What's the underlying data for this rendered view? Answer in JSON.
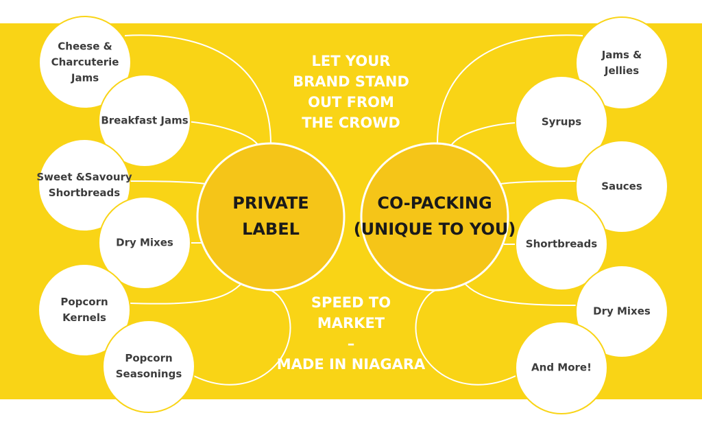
{
  "colors": {
    "band": "#f9d416",
    "hub": "#f5c518",
    "bubble_fill": "#ffffff",
    "bubble_text": "#3c3c3c",
    "hub_text": "#1a1a1a",
    "tagline_text": "#ffffff",
    "connector": "#ffffff"
  },
  "private_label": {
    "title_lines": [
      "PRIVATE",
      "LABEL"
    ],
    "items": [
      {
        "lines": [
          "Cheese &",
          "Charcuterie",
          "Jams"
        ]
      },
      {
        "lines": [
          "Breakfast Jams"
        ]
      },
      {
        "lines": [
          "Sweet &Savoury",
          "Shortbreads"
        ]
      },
      {
        "lines": [
          "Dry Mixes"
        ]
      },
      {
        "lines": [
          "Popcorn",
          "Kernels"
        ]
      },
      {
        "lines": [
          "Popcorn",
          "Seasonings"
        ]
      }
    ]
  },
  "co_packing": {
    "title_lines": [
      "CO-PACKING",
      "(UNIQUE TO YOU)"
    ],
    "items": [
      {
        "lines": [
          "Jams &",
          "Jellies"
        ]
      },
      {
        "lines": [
          "Syrups"
        ]
      },
      {
        "lines": [
          "Sauces"
        ]
      },
      {
        "lines": [
          "Shortbreads"
        ]
      },
      {
        "lines": [
          "Dry Mixes"
        ]
      },
      {
        "lines": [
          "And More!"
        ]
      }
    ]
  },
  "taglines": {
    "top": [
      "LET YOUR",
      "BRAND STAND",
      "OUT FROM",
      "THE CROWD"
    ],
    "bottom": [
      "SPEED TO",
      "MARKET",
      "–",
      "MADE IN NIAGARA"
    ]
  }
}
